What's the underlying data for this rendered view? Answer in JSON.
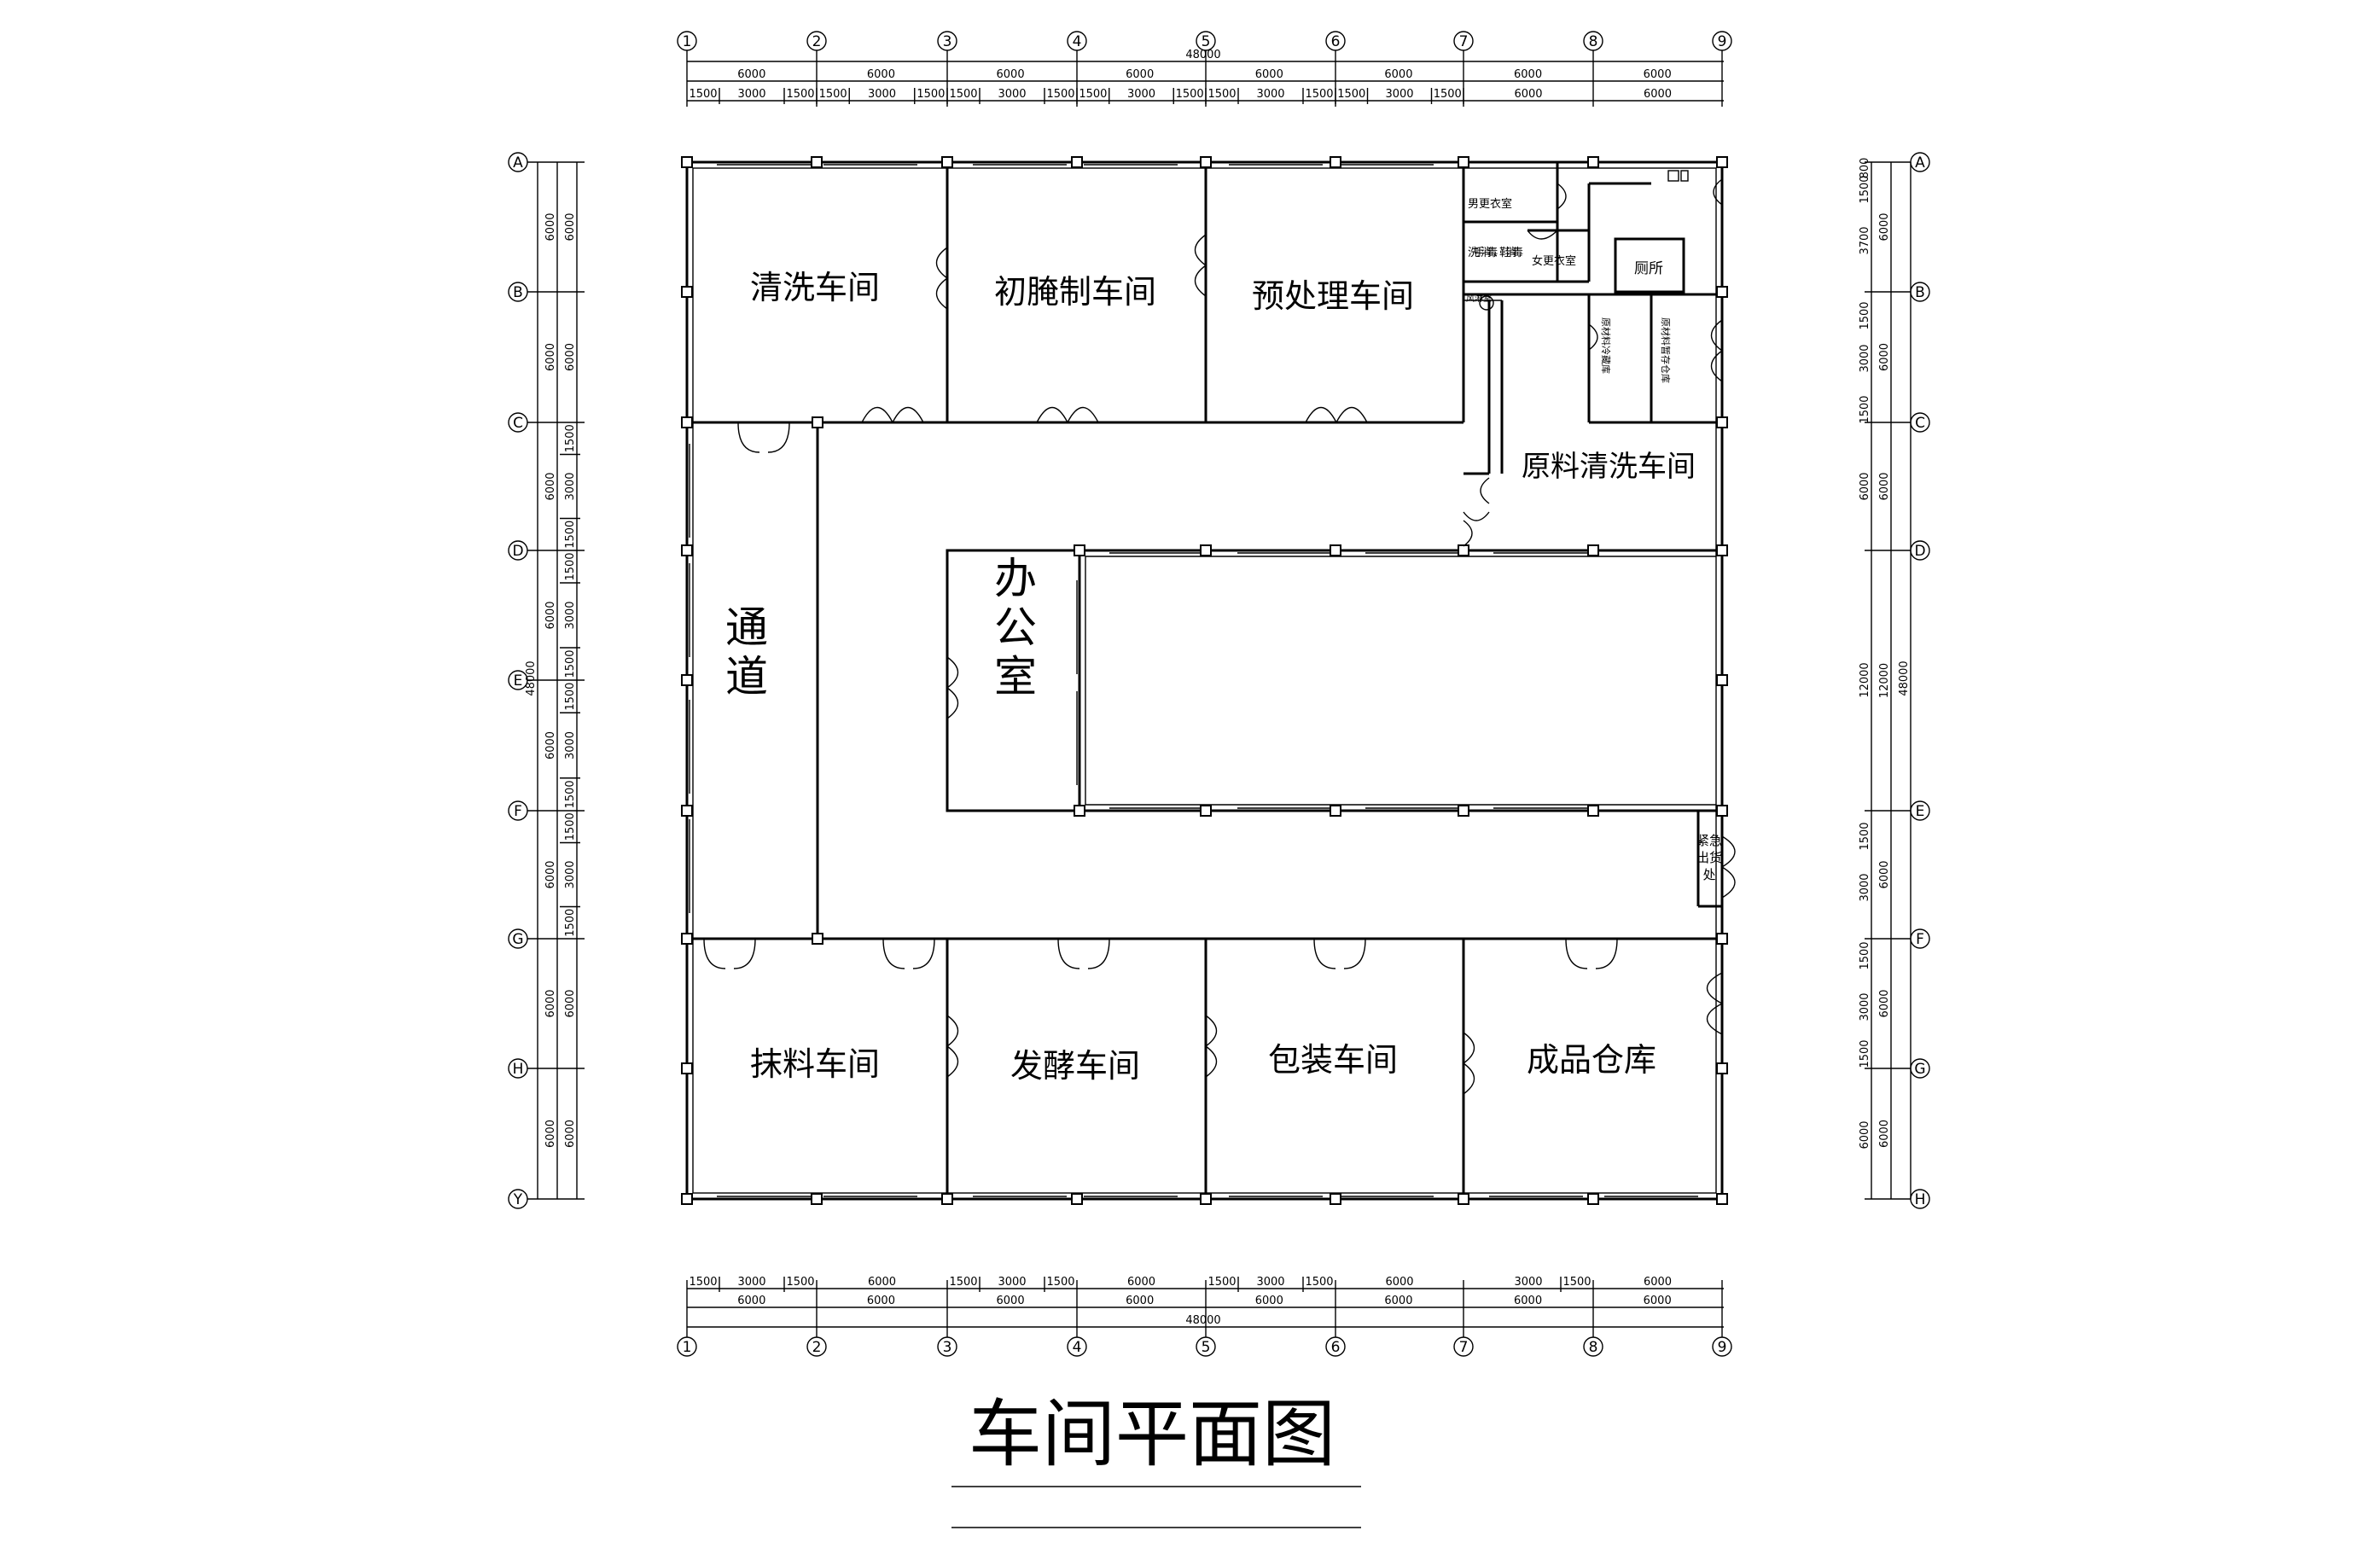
{
  "title": "车间平面图",
  "axes": {
    "numbers": [
      "1",
      "2",
      "3",
      "4",
      "5",
      "6",
      "7",
      "8",
      "9"
    ],
    "left_letters": [
      "A",
      "B",
      "C",
      "D",
      "E",
      "F",
      "G",
      "H",
      "Y"
    ],
    "right_letters": [
      "A",
      "B",
      "C",
      "D",
      "E",
      "F",
      "G",
      "H"
    ]
  },
  "dimensions": {
    "top_total": "48000",
    "top_row1": [
      "6000",
      "6000",
      "6000",
      "6000",
      "6000",
      "6000",
      "6000",
      "6000"
    ],
    "top_row2": [
      "1500",
      "3000",
      "1500",
      "1500",
      "3000",
      "1500",
      "1500",
      "3000",
      "1500",
      "1500",
      "3000",
      "1500",
      "1500",
      "3000",
      "1500",
      "1500",
      "3000",
      "1500",
      "6000",
      "6000"
    ],
    "bottom_row1": [
      "1500",
      "3000",
      "1500",
      "6000",
      "1500",
      "3000",
      "1500",
      "6000",
      "1500",
      "3000",
      "1500",
      "6000",
      "3000",
      "1500",
      "6000"
    ],
    "bottom_row2": [
      "6000",
      "6000",
      "6000",
      "6000",
      "6000",
      "6000",
      "6000",
      "6000"
    ],
    "bottom_total": "48000",
    "left_total": "48000",
    "left_outer": [
      "6000",
      "6000",
      "6000",
      "6000",
      "6000",
      "6000",
      "6000",
      "6000"
    ],
    "left_inner": [
      "6000",
      "6000",
      "1500",
      "3000",
      "1500",
      "1500",
      "3000",
      "1500",
      "1500",
      "3000",
      "1500",
      "1500",
      "3000",
      "1500",
      "6000",
      "6000"
    ],
    "right_total": "48000",
    "right_outer": [
      "6000",
      "6000",
      "6000",
      "12000",
      "6000",
      "6000",
      "6000"
    ],
    "right_inner": [
      "800",
      "1500",
      "3700",
      "1500",
      "3000",
      "1500",
      "6000",
      "12000",
      "1500",
      "3000",
      "1500",
      "3000",
      "1500",
      "6000"
    ]
  },
  "rooms": {
    "qingxi": "清洗车间",
    "chuyan": "初腌制车间",
    "yuchuli": "预处理车间",
    "nan_genyi": "男更衣室",
    "xishou": "洗手消毒、鞋消毒",
    "nv_genyi": "女更衣室",
    "cesuo": "厕所",
    "fengmen": "风淋室",
    "yuanliao_lengcang": "原材料冷藏库",
    "yuanliao_zancun": "原材料暂存仓库",
    "yuanliao_qingxi": "原料清洗车间",
    "tongdao": "通道",
    "bangongshi": "办公室",
    "jinji": "紧急出货处",
    "moliao": "抹料车间",
    "fajiao": "发酵车间",
    "baozhuang": "包装车间",
    "chengpin": "成品仓库"
  }
}
